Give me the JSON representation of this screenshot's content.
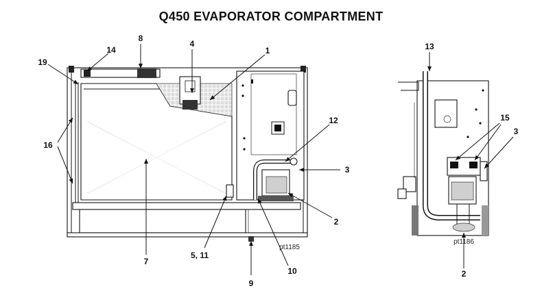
{
  "title": "Q450 EVAPORATOR COMPARTMENT",
  "figure_ids": {
    "front": "pt1185",
    "side": "pt1186"
  },
  "callouts": {
    "c1": "1",
    "c2a": "2",
    "c2b": "2",
    "c3a": "3",
    "c3b": "3",
    "c4": "4",
    "c5": "5, 11",
    "c7": "7",
    "c8": "8",
    "c9": "9",
    "c10": "10",
    "c12": "12",
    "c13": "13",
    "c14": "14",
    "c15": "15",
    "c16": "16",
    "c19": "19"
  }
}
